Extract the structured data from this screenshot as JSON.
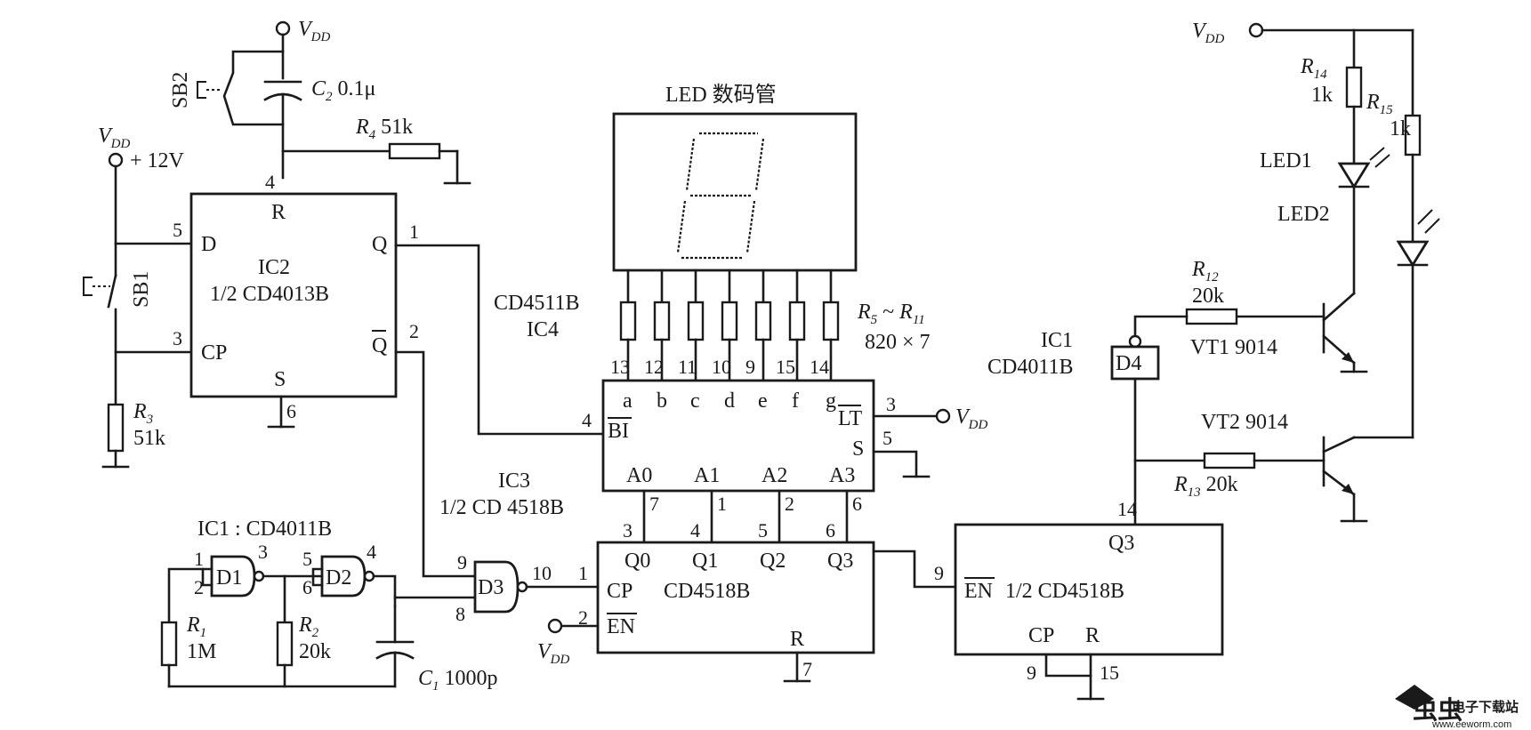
{
  "power": {
    "vdd_main": "V",
    "vdd_sub": "DD",
    "vdd_plus12": "+ 12V"
  },
  "switches": {
    "sb1": "SB1",
    "sb2": "SB2"
  },
  "components": {
    "c2": {
      "ref": "C",
      "sub": "2",
      "value": "0.1μ"
    },
    "c1": {
      "ref": "C",
      "sub": "1",
      "value": "1000p"
    },
    "r1": {
      "ref": "R",
      "sub": "1",
      "value": "1M"
    },
    "r2": {
      "ref": "R",
      "sub": "2",
      "value": "20k"
    },
    "r3": {
      "ref": "R",
      "sub": "3",
      "value": "51k"
    },
    "r4": {
      "ref": "R",
      "sub": "4",
      "value": "51k"
    },
    "r5_11": {
      "ref_a": "R",
      "sub_a": "5",
      "tilde": "~",
      "ref_b": "R",
      "sub_b": "11",
      "value": "820 × 7"
    },
    "r12": {
      "ref": "R",
      "sub": "12",
      "value": "20k"
    },
    "r13": {
      "ref": "R",
      "sub": "13",
      "value": "20k"
    },
    "r14": {
      "ref": "R",
      "sub": "14",
      "value": "1k"
    },
    "r15": {
      "ref": "R",
      "sub": "15",
      "value": "1k"
    },
    "vt1": "VT1  9014",
    "vt2": "VT2  9014",
    "led1": "LED1",
    "led2": "LED2"
  },
  "ic2": {
    "name": "IC2",
    "part": "1/2  CD4013B",
    "pin_r": "R",
    "pin_d": "D",
    "pin_cp": "CP",
    "pin_q": "Q",
    "pin_qbar": "Q",
    "pin_s": "S",
    "n4": "4",
    "n5": "5",
    "n3": "3",
    "n1": "1",
    "n2": "2",
    "n6": "6"
  },
  "display": {
    "title": "LED 数码管"
  },
  "ic4": {
    "part": "CD4511B",
    "name": "IC4",
    "pins_top": [
      "13",
      "12",
      "11",
      "10",
      "9",
      "15",
      "14"
    ],
    "segs": [
      "a",
      "b",
      "c",
      "d",
      "e",
      "f",
      "g"
    ],
    "bi": "BI",
    "lt": "LT",
    "s": "S",
    "n4": "4",
    "n3": "3",
    "n5": "5",
    "addr": [
      "A0",
      "A1",
      "A2",
      "A3"
    ]
  },
  "ic3": {
    "name": "IC3",
    "part": "1/2  CD  4518B",
    "chip": "CD4518B",
    "q": [
      "Q0",
      "Q1",
      "Q2",
      "Q3"
    ],
    "cp": "CP",
    "en": "EN",
    "r": "R",
    "n_top_a": [
      "7",
      "1",
      "2",
      "6"
    ],
    "n_top_b": [
      "3",
      "4",
      "5",
      "6"
    ],
    "n1": "1",
    "n2": "2",
    "n7": "7"
  },
  "ic1": {
    "header": "IC1 : CD4011B",
    "d1": "D1",
    "d2": "D2",
    "d3": "D3",
    "d4": "D4",
    "n1": "1",
    "n2": "2",
    "n3": "3",
    "n5": "5",
    "n6": "6",
    "n4": "4",
    "n9": "9",
    "n8": "8",
    "n10": "10",
    "ic1_right": "IC1",
    "ic1_right_part": "CD4011B"
  },
  "ic5": {
    "q3": "Q3",
    "en": "EN",
    "part": "1/2  CD4518B",
    "cp": "CP",
    "r": "R",
    "n14": "14",
    "n9": "9",
    "n9b": "9",
    "n15": "15"
  },
  "watermark": {
    "logo": "虫虫",
    "text": "电子下载站",
    "url": "www.eeworm.com"
  }
}
